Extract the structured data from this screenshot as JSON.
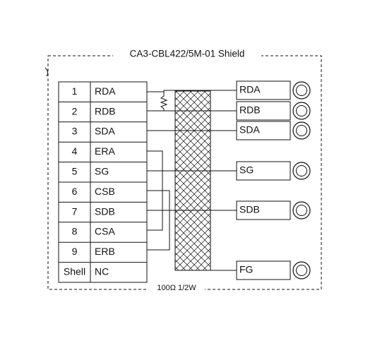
{
  "title": "CA3-CBL422/5M-01 Shield",
  "left_connector": {
    "rows": [
      {
        "pin": "1",
        "signal": "RDA"
      },
      {
        "pin": "2",
        "signal": "RDB"
      },
      {
        "pin": "3",
        "signal": "SDA"
      },
      {
        "pin": "4",
        "signal": "ERA"
      },
      {
        "pin": "5",
        "signal": "SG"
      },
      {
        "pin": "6",
        "signal": "CSB"
      },
      {
        "pin": "7",
        "signal": "SDB"
      },
      {
        "pin": "8",
        "signal": "CSA"
      },
      {
        "pin": "9",
        "signal": "ERB"
      },
      {
        "pin": "Shell",
        "signal": "NC"
      }
    ]
  },
  "right_terminals": [
    {
      "label": "RDA"
    },
    {
      "label": "RDB"
    },
    {
      "label": "SDA"
    },
    {
      "label": "SG"
    },
    {
      "label": "SDB"
    },
    {
      "label": "FG"
    }
  ],
  "resistor_label": "100Ω 1/2W",
  "colors": {
    "line": "#111111",
    "background": "#ffffff"
  }
}
